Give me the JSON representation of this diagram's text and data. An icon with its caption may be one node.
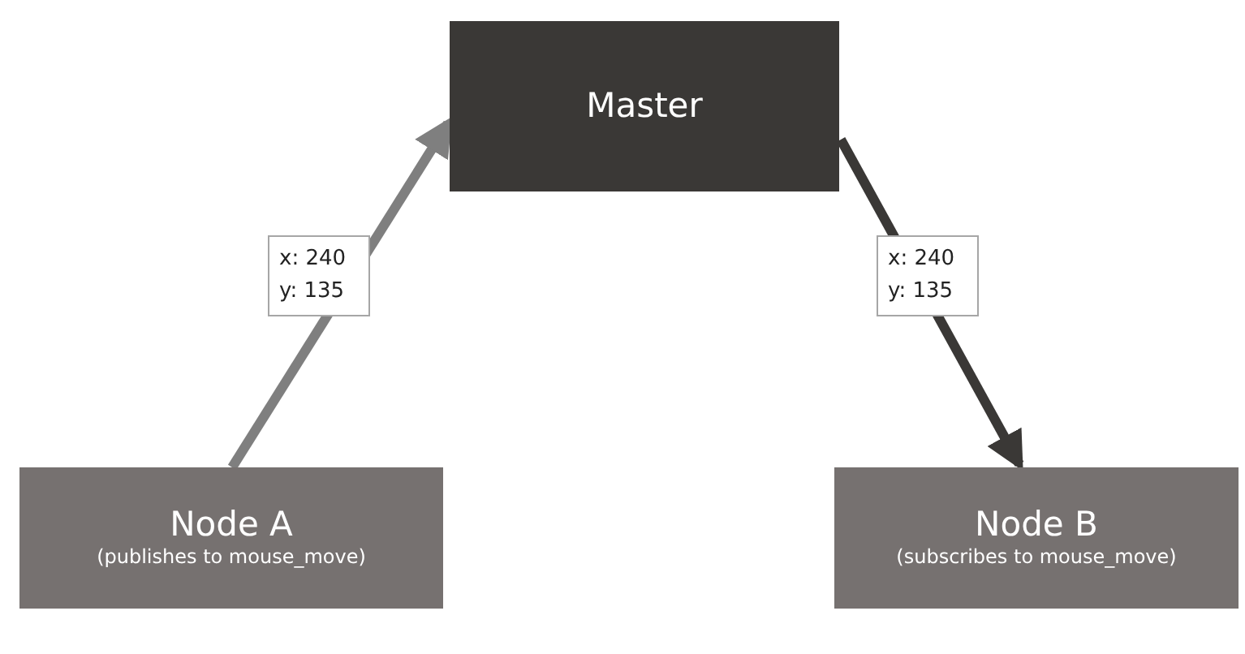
{
  "diagram": {
    "nodes": [
      {
        "text": [
          "Master"
        ]
      },
      {
        "text": [
          "Node A",
          "(publishes to mouse_move)"
        ]
      },
      {
        "text": [
          "Node B",
          "(subscribes to mouse_move)"
        ]
      }
    ],
    "edges": [
      {
        "from": 1,
        "to": 0,
        "arrow": "to",
        "label": "x: 240 y: 135",
        "color": "#7f7f7f"
      },
      {
        "from": 0,
        "to": 2,
        "arrow": "to",
        "label": "x: 240 y: 135",
        "color": "#3a3836"
      }
    ]
  }
}
